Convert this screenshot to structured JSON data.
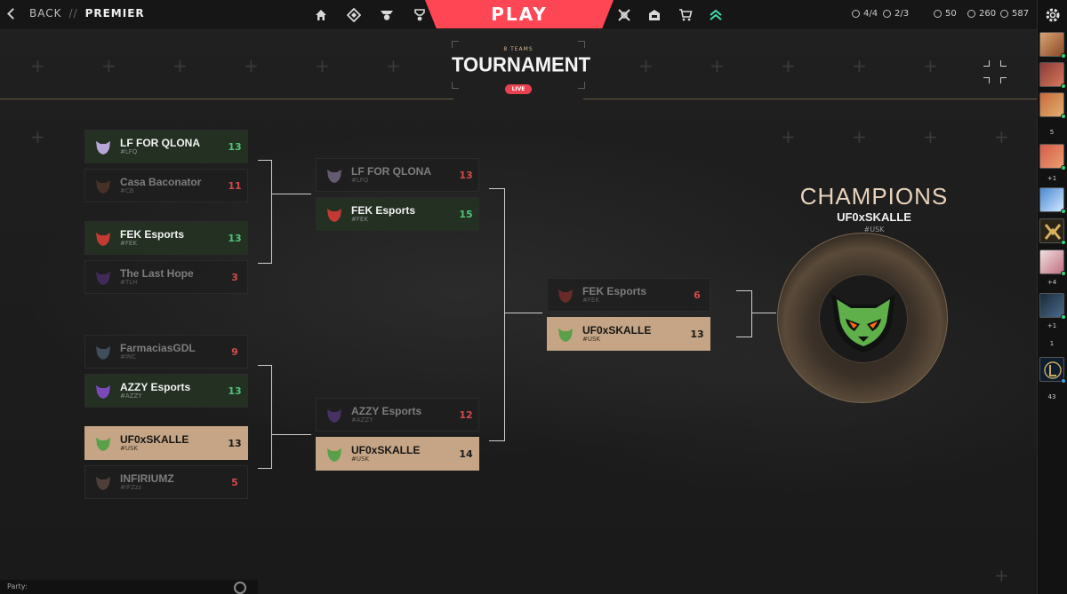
{
  "topbar": {
    "back_label": "BACK",
    "separator": "//",
    "section": "PREMIER",
    "play_label": "PLAY",
    "nav_left_icons": [
      "home-icon",
      "career-icon",
      "agents-icon",
      "collection-icon"
    ],
    "nav_right_icons": [
      "esports-icon",
      "battlepass-icon",
      "store-icon",
      "premier-icon"
    ],
    "stats": [
      {
        "icon": "party-count-icon",
        "value": "4/4"
      },
      {
        "icon": "queue-icon",
        "value": "2/3"
      },
      {
        "icon": "valorant-points-icon",
        "value": "50"
      },
      {
        "icon": "radianite-icon",
        "value": "260"
      },
      {
        "icon": "kingdom-credits-icon",
        "value": "587"
      }
    ]
  },
  "header": {
    "teams_label": "8 TEAMS",
    "title": "TOURNAMENT",
    "status": "LIVE"
  },
  "accent_color": "#ff4655",
  "gold_color": "#c5a585",
  "round1": [
    {
      "name": "LF FOR QLONA",
      "tag": "#LFQ",
      "score": "13",
      "result": "win",
      "logo_color": "#b9a6d8"
    },
    {
      "name": "Casa Baconator",
      "tag": "#CB",
      "score": "11",
      "result": "lose",
      "logo_color": "#7a4a30"
    },
    {
      "name": "FEK Esports",
      "tag": "#FEK",
      "score": "13",
      "result": "win",
      "logo_color": "#c23a33"
    },
    {
      "name": "The Last Hope",
      "tag": "#TLH",
      "score": "3",
      "result": "lose",
      "logo_color": "#6b3aa0"
    },
    {
      "name": "FarmaciasGDL",
      "tag": "#INC",
      "score": "9",
      "result": "lose",
      "logo_color": "#6a8aa8"
    },
    {
      "name": "AZZY Esports",
      "tag": "#AZZY",
      "score": "13",
      "result": "win",
      "logo_color": "#7a4ab8"
    },
    {
      "name": "UF0xSKALLE",
      "tag": "#USK",
      "score": "13",
      "result": "champ",
      "logo_color": "#5aa04a"
    },
    {
      "name": "INFIRIUMZ",
      "tag": "#IFZzz",
      "score": "5",
      "result": "lose",
      "logo_color": "#8a6a5a"
    }
  ],
  "semis": [
    {
      "name": "LF FOR QLONA",
      "tag": "#LFQ",
      "score": "13",
      "result": "lose",
      "logo_color": "#b9a6d8"
    },
    {
      "name": "FEK Esports",
      "tag": "#FEK",
      "score": "15",
      "result": "win",
      "logo_color": "#c23a33"
    },
    {
      "name": "AZZY Esports",
      "tag": "#AZZY",
      "score": "12",
      "result": "lose",
      "logo_color": "#7a4ab8"
    },
    {
      "name": "UF0xSKALLE",
      "tag": "#USK",
      "score": "14",
      "result": "champ",
      "logo_color": "#5aa04a"
    }
  ],
  "final": [
    {
      "name": "FEK Esports",
      "tag": "#FEK",
      "score": "6",
      "result": "lose",
      "logo_color": "#c23a33"
    },
    {
      "name": "UF0xSKALLE",
      "tag": "#USK",
      "score": "13",
      "result": "champ",
      "logo_color": "#5aa04a"
    }
  ],
  "champion": {
    "heading": "CHAMPIONS",
    "name": "UF0xSKALLE",
    "tag": "#USK"
  },
  "sidebar": {
    "counts": [
      "5",
      "+1",
      "+4",
      "+1",
      "1",
      "43"
    ]
  },
  "bottombar": {
    "party_label": "Party:"
  }
}
